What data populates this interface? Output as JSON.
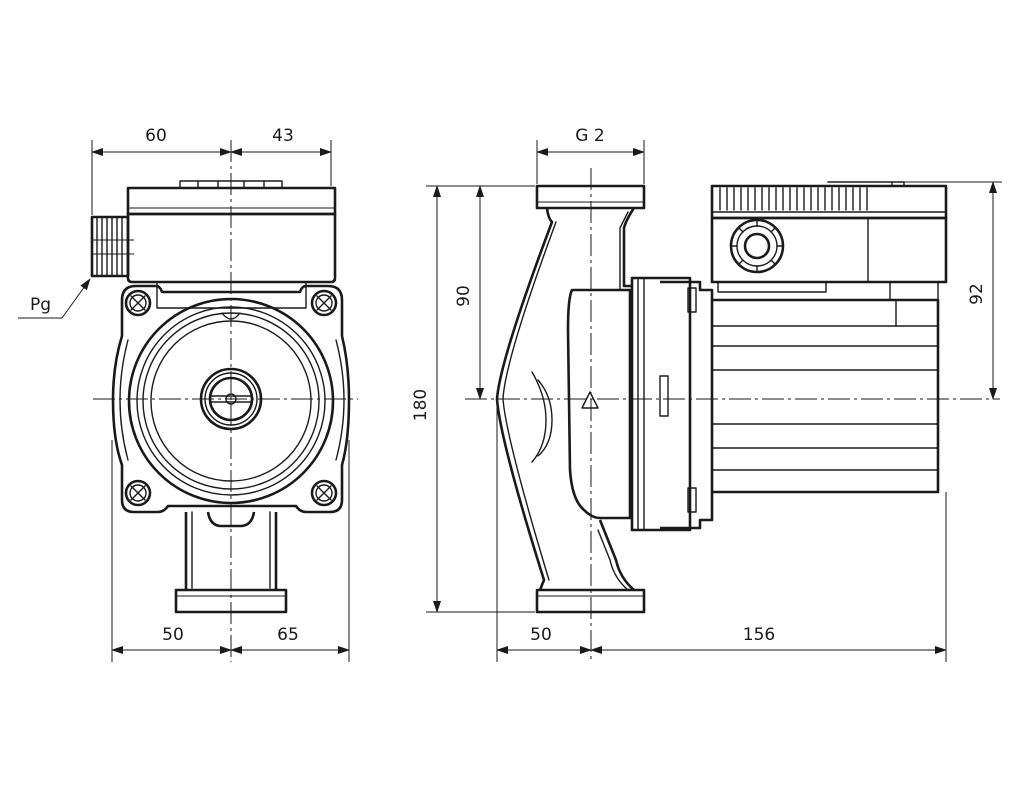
{
  "front_view": {
    "dim_top_left": "60",
    "dim_top_right": "43",
    "dim_bottom_left": "50",
    "dim_bottom_right": "65",
    "cable_gland_label": "Pg"
  },
  "side_view": {
    "dim_port_thread": "G 2",
    "dim_half_height": "90",
    "dim_total_height": "180",
    "dim_bottom_left": "50",
    "dim_bottom_right": "156",
    "dim_motor_height": "92"
  }
}
